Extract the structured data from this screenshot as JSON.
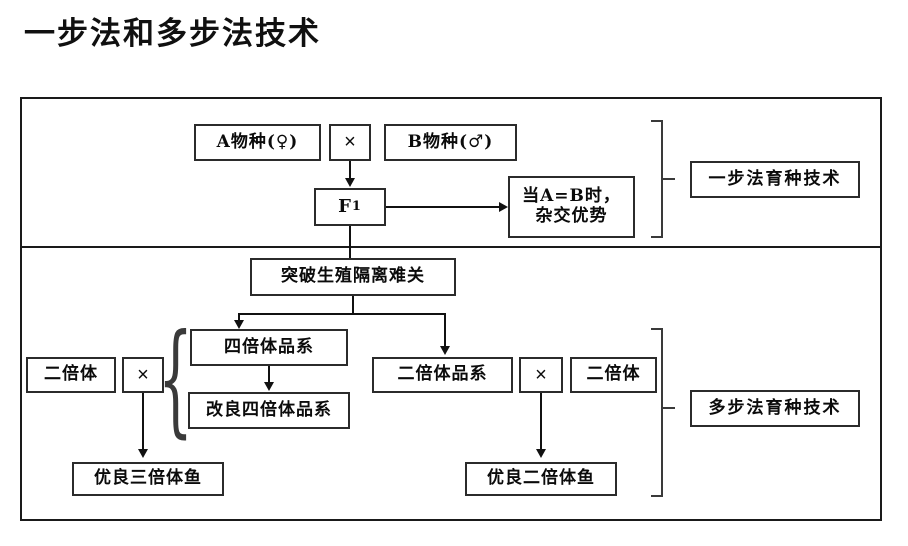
{
  "title": "一步法和多步法技术",
  "sections": {
    "one_step": {
      "label": "一步法育种技术",
      "boxes": {
        "species_a": "A物种(♀)",
        "cross_1": "×",
        "species_b": "B物种(♂)",
        "f1_main": "F",
        "f1_sub": "1",
        "heterosis": "当A=B时，\n杂交优势"
      }
    },
    "multi_step": {
      "label": "多步法育种技术",
      "boxes": {
        "breakthrough": "突破生殖隔离难关",
        "tetraploid_line": "四倍体品系",
        "improved_tetraploid_line": "改良四倍体品系",
        "diploid_left": "二倍体",
        "cross_left": "×",
        "diploid_line": "二倍体品系",
        "cross_right": "×",
        "diploid_right": "二倍体",
        "superior_triploid_fish": "优良三倍体鱼",
        "superior_diploid_fish": "优良二倍体鱼"
      }
    }
  },
  "colors": {
    "ink": "#111111",
    "box_border": "#2b2b2b",
    "frame": "#1a1a1a",
    "bracket": "#3a3a3a",
    "background": "#ffffff"
  },
  "glyphs": {
    "curly_brace_left": "{",
    "multiply": "×",
    "female": "♀",
    "male": "♂"
  }
}
